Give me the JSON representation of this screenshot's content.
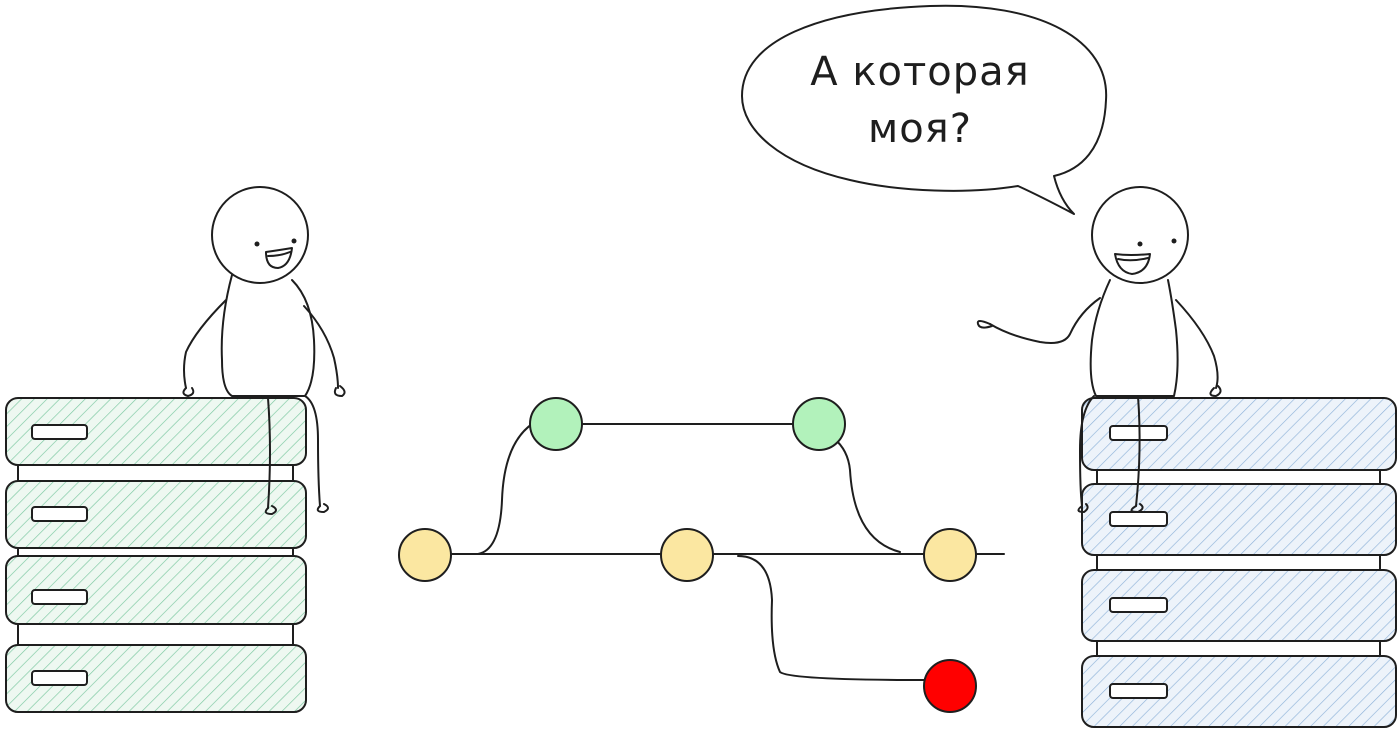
{
  "speech_bubble": {
    "line1": "А которая",
    "line2": "моя?"
  },
  "colors": {
    "ink": "#1e1e1e",
    "left_server_hatch": "#7bc8a0",
    "left_server_fill": "#eef8f1",
    "right_server_hatch": "#8fb3d9",
    "right_server_fill": "#edf3fa",
    "commit_main": "#fbe7a1",
    "commit_branch": "#b2f2bb",
    "commit_diverged": "#ff0000"
  },
  "icons": [
    "person-left",
    "person-right",
    "server-stack-left",
    "server-stack-right",
    "speech-bubble",
    "commit-graph"
  ]
}
